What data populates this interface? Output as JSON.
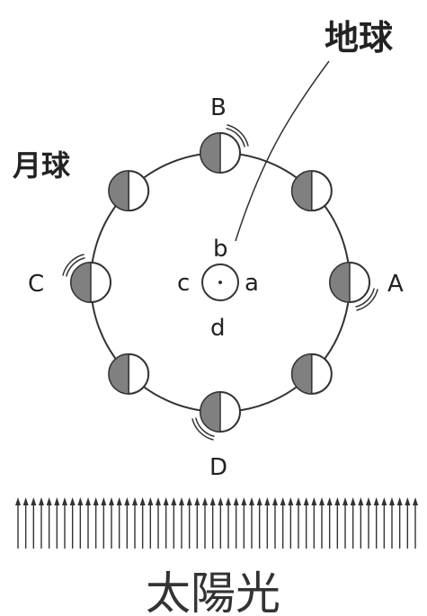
{
  "labels": {
    "earth": "地球",
    "moon": "月球",
    "sunlight": "太陽光",
    "pos_A": "A",
    "pos_B": "B",
    "pos_C": "C",
    "pos_D": "D",
    "pt_a": "a",
    "pt_b": "b",
    "pt_c": "c",
    "pt_d": "d"
  },
  "colors": {
    "line": "#333333",
    "moon_dark": "#808080",
    "moon_light": "#ffffff"
  },
  "moons": [
    {
      "name": "moon-A",
      "rotation_arrow": true
    },
    {
      "name": "moon-upper-right",
      "rotation_arrow": false
    },
    {
      "name": "moon-B",
      "rotation_arrow": true
    },
    {
      "name": "moon-upper-left",
      "rotation_arrow": false
    },
    {
      "name": "moon-C",
      "rotation_arrow": true
    },
    {
      "name": "moon-lower-left",
      "rotation_arrow": false
    },
    {
      "name": "moon-D",
      "rotation_arrow": true
    },
    {
      "name": "moon-lower-right",
      "rotation_arrow": false
    }
  ],
  "sunlight_arrow_count": 52
}
